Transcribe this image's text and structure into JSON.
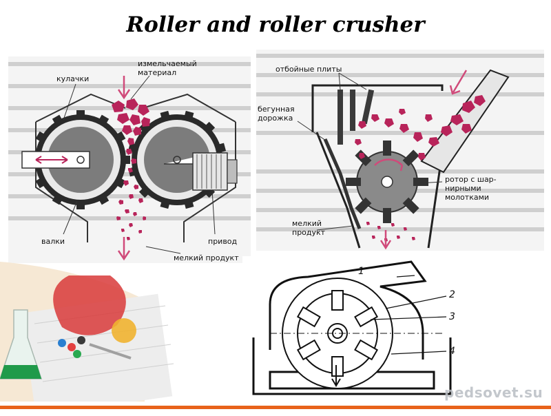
{
  "title": "Roller and roller crusher",
  "roller_crusher": {
    "labels": {
      "cams": "кулачки",
      "material_line1": "измельчаемый",
      "material_line2": "материал",
      "rolls": "валки",
      "drive": "привод",
      "fine_product": "мелкий продукт"
    }
  },
  "hammer_crusher": {
    "labels": {
      "plates": "отбойные плиты",
      "track_line1": "бегунная",
      "track_line2": "дорожка",
      "rotor_line1": "ротор с шар-",
      "rotor_line2": "нирными",
      "rotor_line3": "молотками",
      "fine_line1": "мелкий",
      "fine_line2": "продукт"
    }
  },
  "numbered_drawing": {
    "callouts": [
      "1",
      "2",
      "3",
      "4"
    ]
  },
  "watermark": "pedsovet.su",
  "colors": {
    "accent_band": "#e8621a",
    "material": "#b8245a",
    "drum": "#7c7c7c",
    "page_text_bg": "#c9c9c9"
  }
}
